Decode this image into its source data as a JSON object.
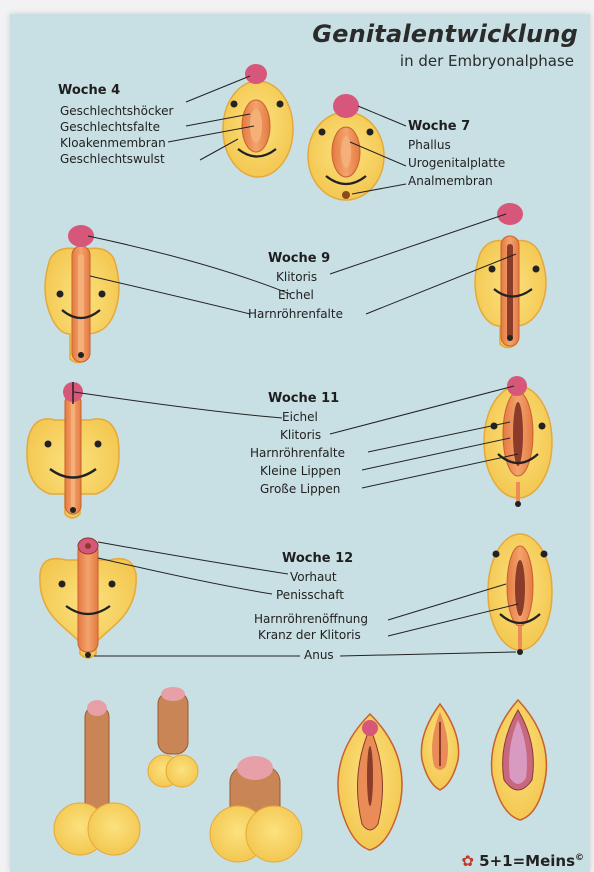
{
  "poster": {
    "title": "Genitalentwicklung",
    "subtitle": "in der Embryonalphase",
    "brand": "5+1=Meins",
    "brand_mark": "©",
    "colors": {
      "background": "#c8dfe3",
      "skin": "#f7d56a",
      "tissue": "#e98c58",
      "tip": "#d6577a"
    }
  },
  "weeks": [
    {
      "title": "Woche 4",
      "labels": [
        "Geschlechtshöcker",
        "Geschlechtsfalte",
        "Kloakenmembran",
        "Geschlechtswulst"
      ]
    },
    {
      "title": "Woche 7",
      "labels": [
        "Phallus",
        "Urogenitalplatte",
        "Analmembran"
      ]
    },
    {
      "title": "Woche 9",
      "labels": [
        "Klitoris",
        "Eichel",
        "Harnröhrenfalte"
      ]
    },
    {
      "title": "Woche 11",
      "labels": [
        "Eichel",
        "Klitoris",
        "Harnröhrenfalte",
        "Kleine Lippen",
        "Große Lippen"
      ]
    },
    {
      "title": "Woche 12",
      "labels": [
        "Vorhaut",
        "Penisschaft",
        "Harnröhrenöffnung",
        "Kranz der Klitoris",
        "Anus"
      ]
    }
  ]
}
